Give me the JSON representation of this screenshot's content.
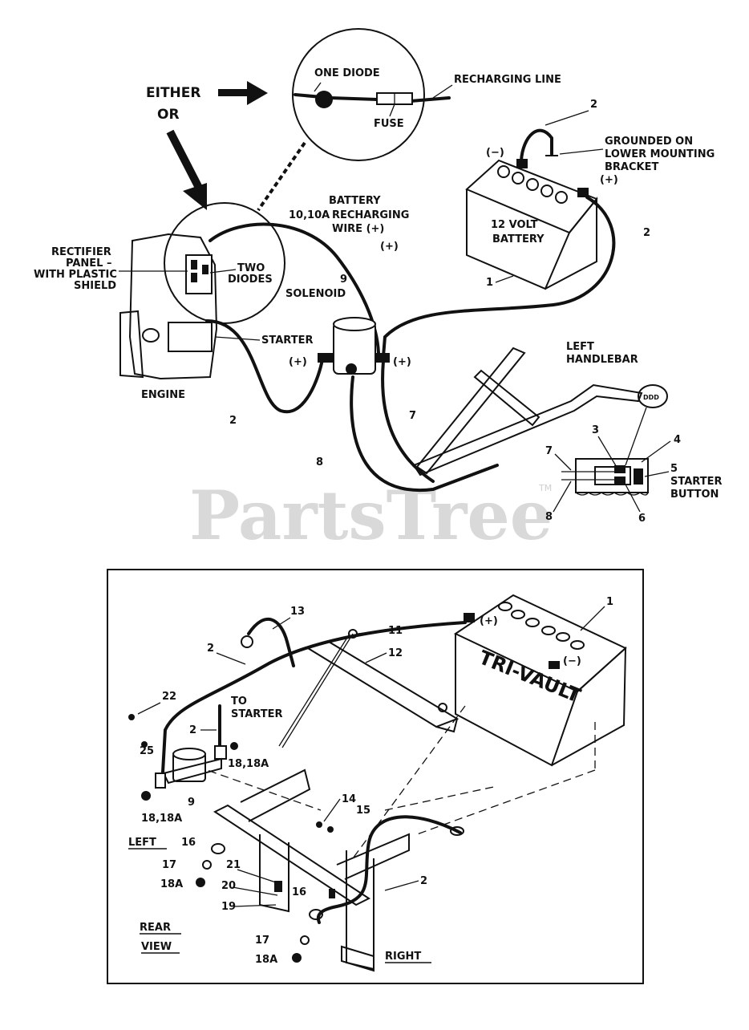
{
  "watermark": {
    "brand": "PartsTree",
    "tm": "TM"
  },
  "top": {
    "either": "EITHER",
    "or": "OR",
    "one_diode": "ONE DIODE",
    "recharging_line": "RECHARGING LINE",
    "fuse": "FUSE",
    "grounded_1": "GROUNDED ON",
    "grounded_2": "LOWER MOUNTING",
    "grounded_3": "BRACKET",
    "grounded_plus": "(+)",
    "neg_term": "(−)",
    "battery_1": "12 VOLT",
    "battery_2": "BATTERY",
    "num_2_top": "2",
    "num_2_right": "2",
    "num_1": "1",
    "recharge_1": "BATTERY",
    "recharge_2": "RECHARGING",
    "recharge_3": "WIRE (+)",
    "recharge_num": "10,10A",
    "recharge_plus": "(+)",
    "rectifier_1": "RECTIFIER",
    "rectifier_2": "PANEL –",
    "rectifier_3": "WITH PLASTIC",
    "rectifier_4": "SHIELD",
    "two_1": "TWO",
    "two_2": "DIODES",
    "sol_num": "9",
    "solenoid": "SOLENOID",
    "starter": "STARTER",
    "sol_plus_l": "(+)",
    "sol_plus_r": "(+)",
    "engine": "ENGINE",
    "num_2_bottom": "2",
    "num_7": "7",
    "num_8": "8",
    "left_1": "LEFT",
    "left_2": "HANDLEBAR",
    "num_3": "3",
    "num_4": "4",
    "num_5": "5",
    "starter_btn_1": "STARTER",
    "starter_btn_2": "BUTTON",
    "num_7b": "7",
    "num_8b": "8",
    "num_6": "6"
  },
  "bottom": {
    "n1": "1",
    "plus": "(+)",
    "minus": "(−)",
    "n13": "13",
    "n11": "11",
    "n12": "12",
    "n2a": "2",
    "n22": "22",
    "to_1": "TO",
    "to_2": "STARTER",
    "n2b": "2",
    "n25": "25",
    "n18a": "18,18A",
    "n9": "9",
    "n18b": "18,18A",
    "n14": "14",
    "n15": "15",
    "left": "LEFT",
    "n16a": "16",
    "n17a": "17",
    "n18Aa": "18A",
    "n21": "21",
    "n20": "20",
    "n19": "19",
    "n16b": "16",
    "n2c": "2",
    "rear_1": "REAR",
    "rear_2": "VIEW",
    "n17b": "17",
    "n18Ab": "18A",
    "right": "RIGHT",
    "brand_label": "TRI-VAULT"
  }
}
